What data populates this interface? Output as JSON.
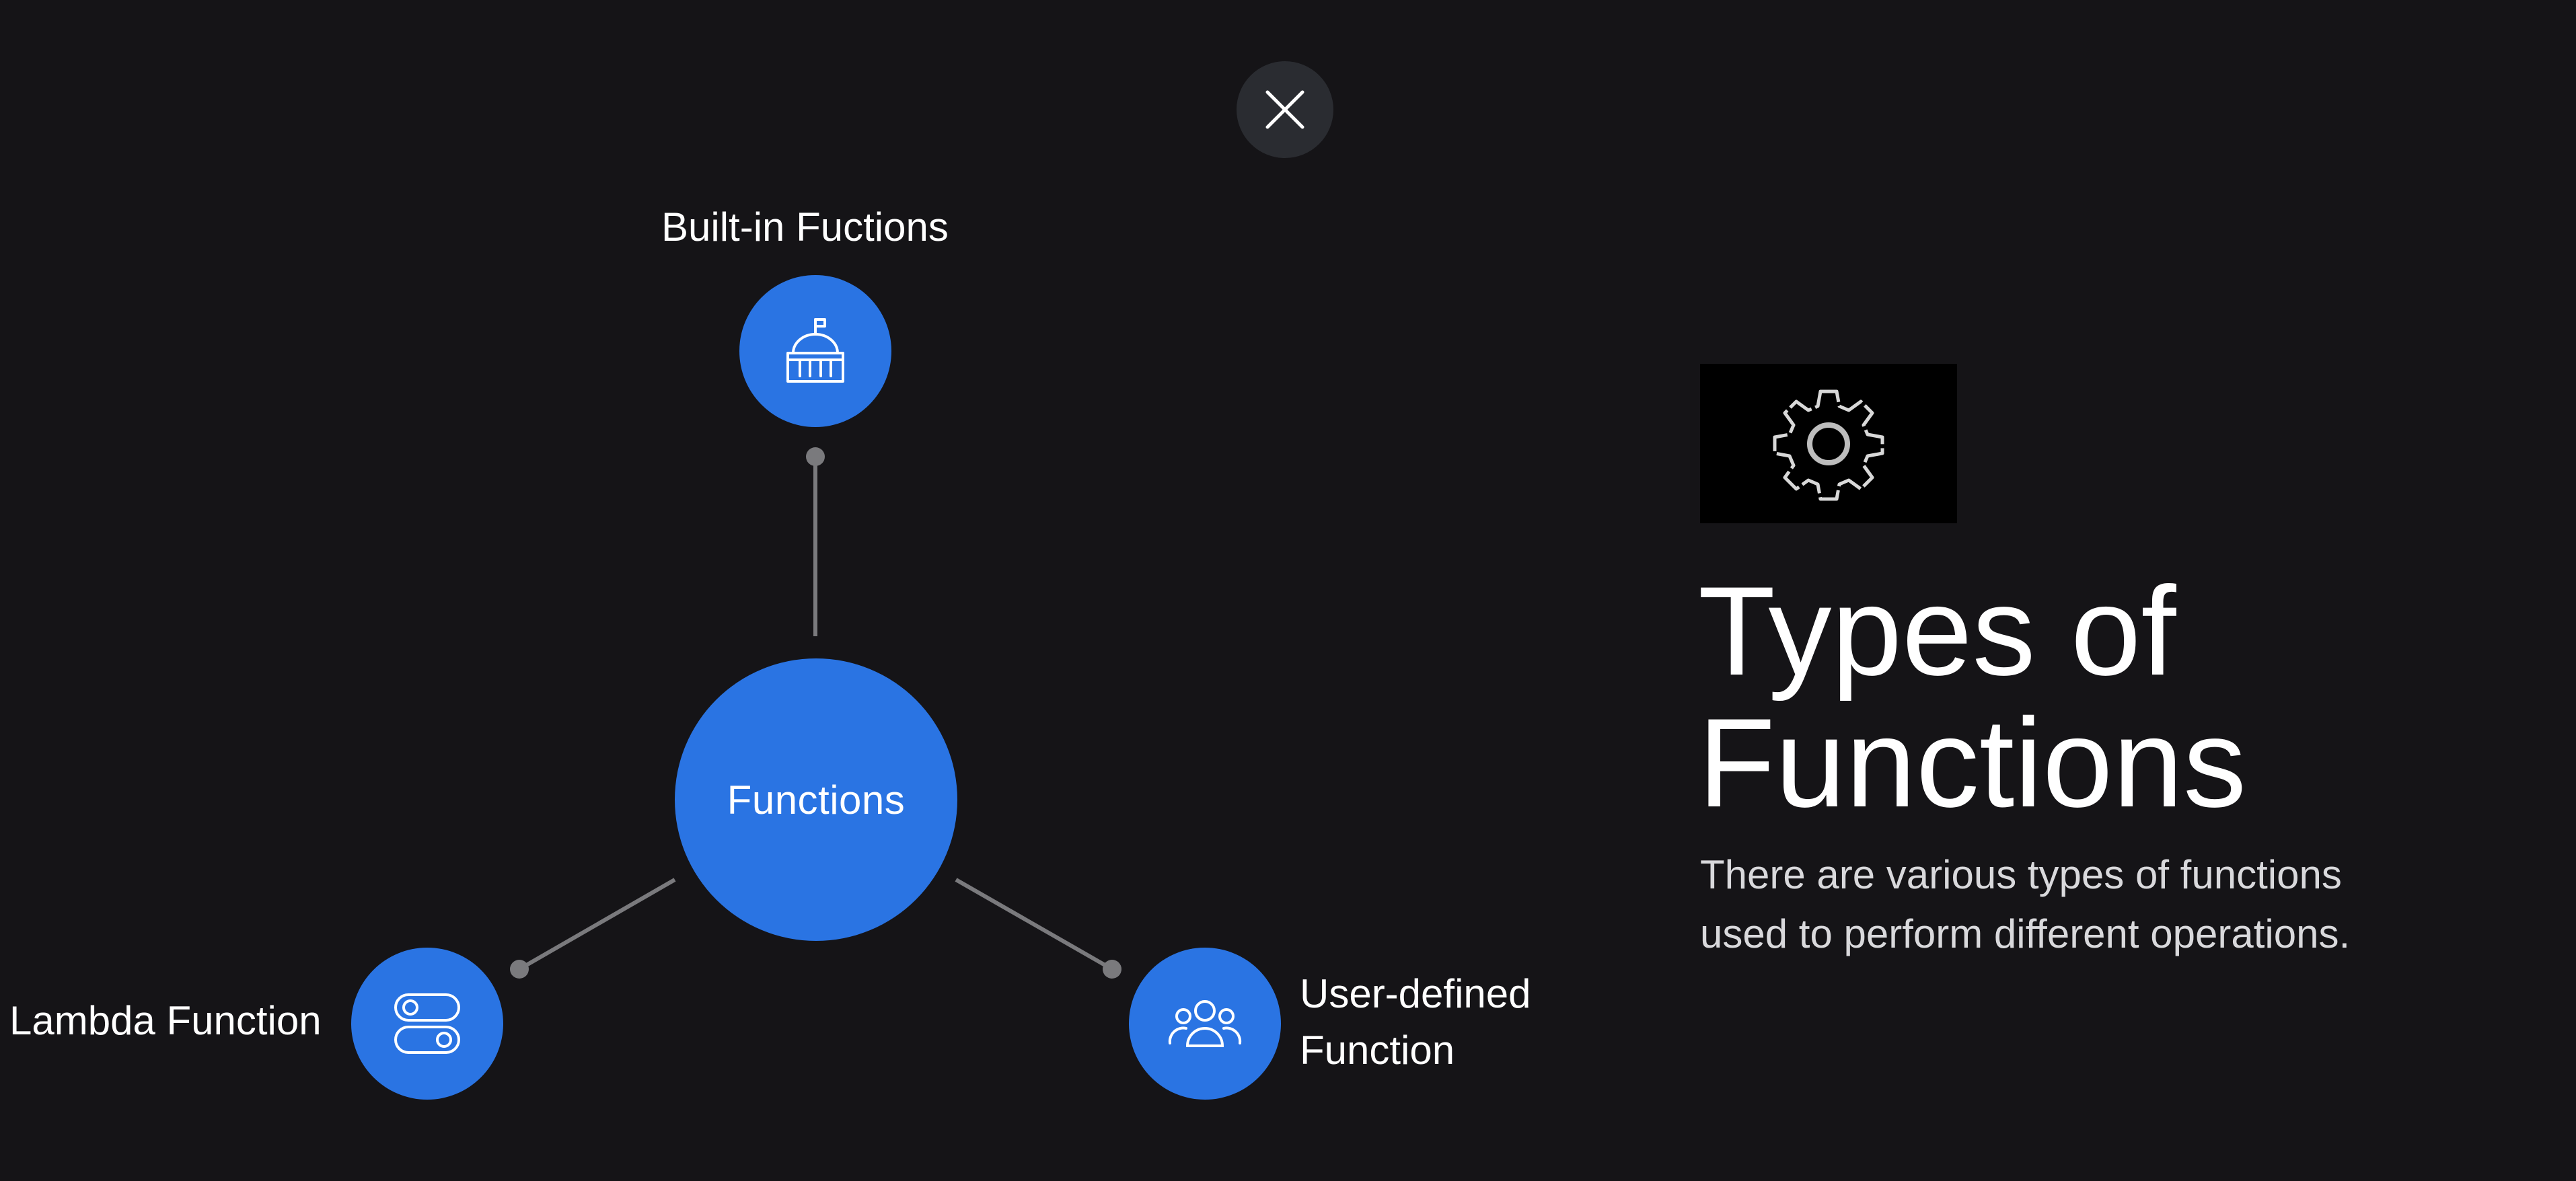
{
  "diagram": {
    "center_label": "Functions",
    "nodes": [
      {
        "id": "builtin",
        "label_lines": [
          "Built-in Fuctions"
        ],
        "icon": "government-building-icon"
      },
      {
        "id": "lambda",
        "label_lines": [
          "Lambda Function"
        ],
        "icon": "toggle-switches-icon"
      },
      {
        "id": "user",
        "label_lines": [
          "User-defined",
          "Function"
        ],
        "icon": "user-group-icon"
      }
    ]
  },
  "panel": {
    "icon": "gear-icon",
    "title_lines": [
      "Types of",
      "Functions"
    ],
    "description_lines": [
      "There are various types of functions",
      "used to perform different operations."
    ]
  },
  "controls": {
    "close_icon": "close-icon"
  },
  "colors": {
    "background": "#151417",
    "node_fill": "#2a74e3",
    "connector": "#7a7a7d",
    "close_button_bg": "#2a2c31",
    "gear_box_bg": "#000000",
    "description_text": "#d9d9dc"
  }
}
